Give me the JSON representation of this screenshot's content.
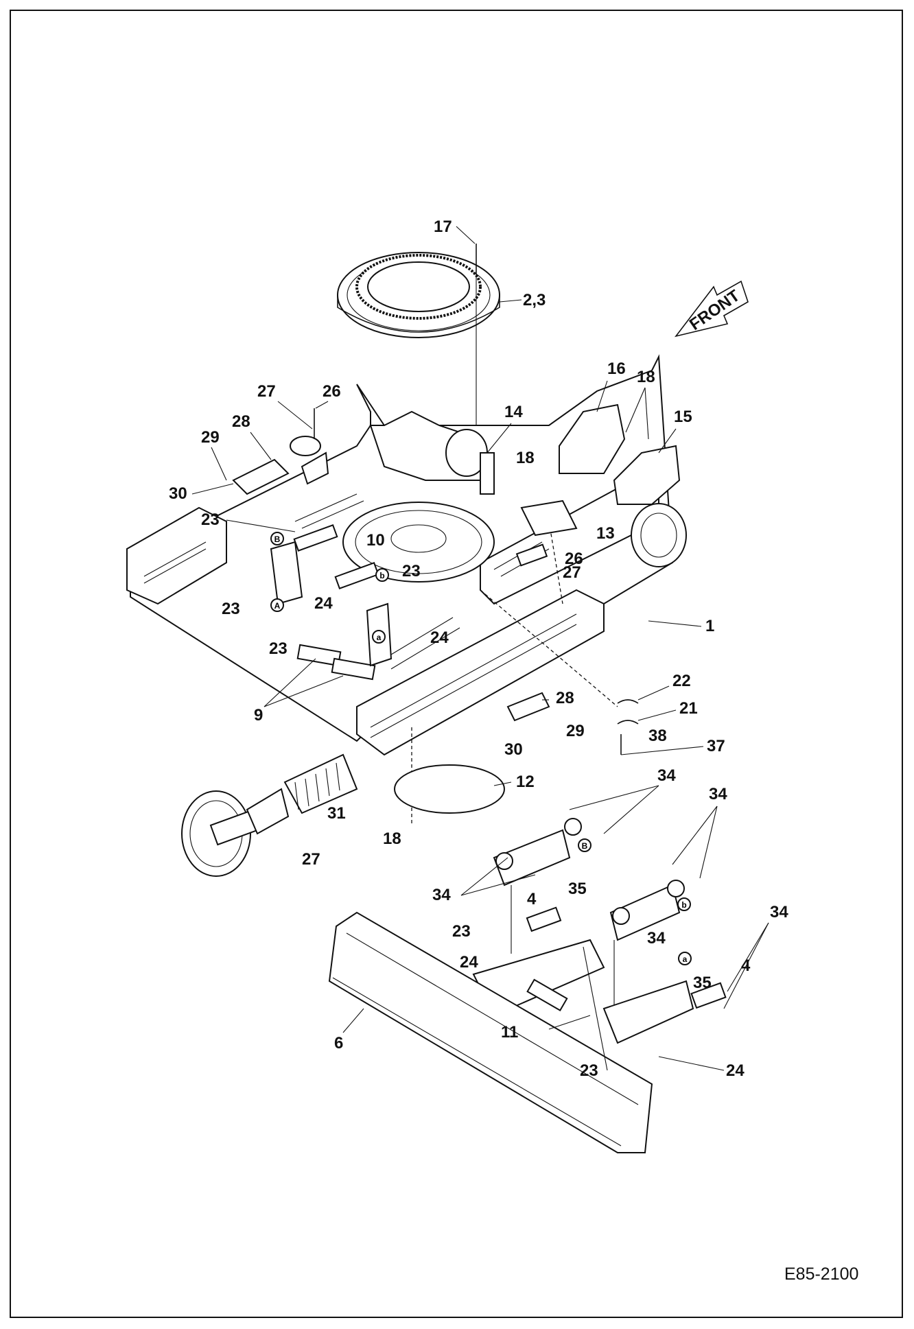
{
  "drawing_code": "E85-2100",
  "front_marker": "FRONT",
  "callouts": [
    "17",
    "2,3",
    "16",
    "18",
    "15",
    "27",
    "26",
    "14",
    "28",
    "29",
    "30",
    "18",
    "23",
    "10",
    "13",
    "26",
    "27",
    "23",
    "24",
    "23",
    "1",
    "24",
    "23",
    "22",
    "28",
    "21",
    "9",
    "29",
    "30",
    "38",
    "37",
    "12",
    "34",
    "34",
    "31",
    "18",
    "27",
    "34",
    "35",
    "4",
    "23",
    "34",
    "24",
    "11",
    "4",
    "35",
    "34",
    "6",
    "23",
    "24"
  ],
  "circle_marks": [
    "B",
    "A",
    "b",
    "a",
    "B",
    "b",
    "a"
  ]
}
